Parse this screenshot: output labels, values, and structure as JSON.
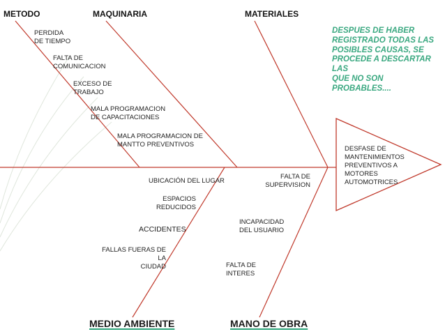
{
  "categories_top": {
    "metodo": "METODO",
    "maquinaria": "MAQUINARIA",
    "materiales": "MATERIALES"
  },
  "categories_bottom": {
    "medio_ambiente": "MEDIO AMBIENTE",
    "mano_de_obra": "MANO DE OBRA"
  },
  "causes": {
    "perdida_tiempo": "PERDIDA\nDE TIEMPO",
    "falta_comunicacion": "FALTA DE\nCOMUNICACION",
    "exceso_trabajo": "EXCESO DE\nTRABAJO",
    "mala_prog_capacitaciones": "MALA PROGRAMACION\n DE CAPACITACIONES",
    "mala_prog_mantto": "MALA PROGRAMACION DE\nMANTTO PREVENTIVOS",
    "ubicacion_lugar": "UBICACIÓN DEL LUGAR",
    "falta_supervision": "FALTA DE\nSUPERVISION",
    "espacios_reducidos": "ESPACIOS\nREDUCIDOS",
    "incapacidad_usuario": "INCAPACIDAD\nDEL USUARIO",
    "accidentes": "ACCIDENTES",
    "fallas_fuera_ciudad": "FALLAS FUERAS DE LA\nCIUDAD",
    "falta_interes": "FALTA DE\nINTERES"
  },
  "effect": "DESFASE DE\nMANTENIMIENTOS\n PREVENTIVOS A\nMOTORES\nAUTOMOTRICES",
  "note": "DESPUES DE HABER\nREGISTRADO TODAS LAS\nPOSIBLES CAUSAS, SE\nPROCEDE A DESCARTAR LAS\nQUE NO SON PROBABLES....",
  "colors": {
    "line": "#c0392b",
    "note": "#3aa880",
    "decoration": "#dfe6dc"
  }
}
